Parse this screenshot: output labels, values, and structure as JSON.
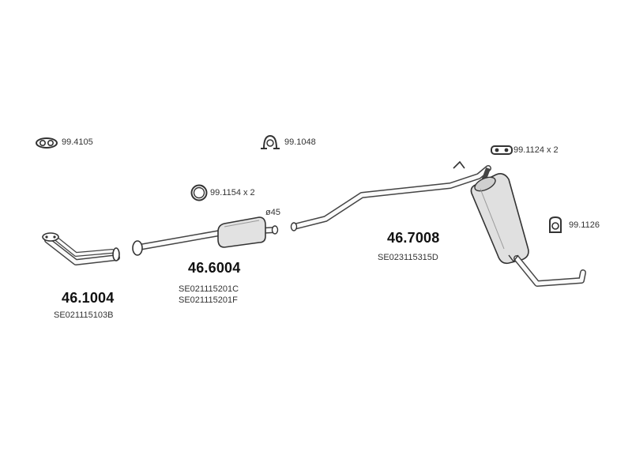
{
  "accessories": {
    "clamp_a": "99.4105",
    "clamp_b": "99.1048",
    "ring": "99.1154 x 2",
    "hanger_a": "99.1124 x 2",
    "hanger_b": "99.1126"
  },
  "parts": {
    "front_pipe": {
      "number": "46.1004",
      "codes": [
        "SE021115103B"
      ]
    },
    "middle_silencer": {
      "number": "46.6004",
      "codes": [
        "SE021115201C",
        "SE021115201F"
      ],
      "diameter": "ø45"
    },
    "rear_silencer": {
      "number": "46.7008",
      "codes": [
        "SE023115315D"
      ]
    }
  }
}
